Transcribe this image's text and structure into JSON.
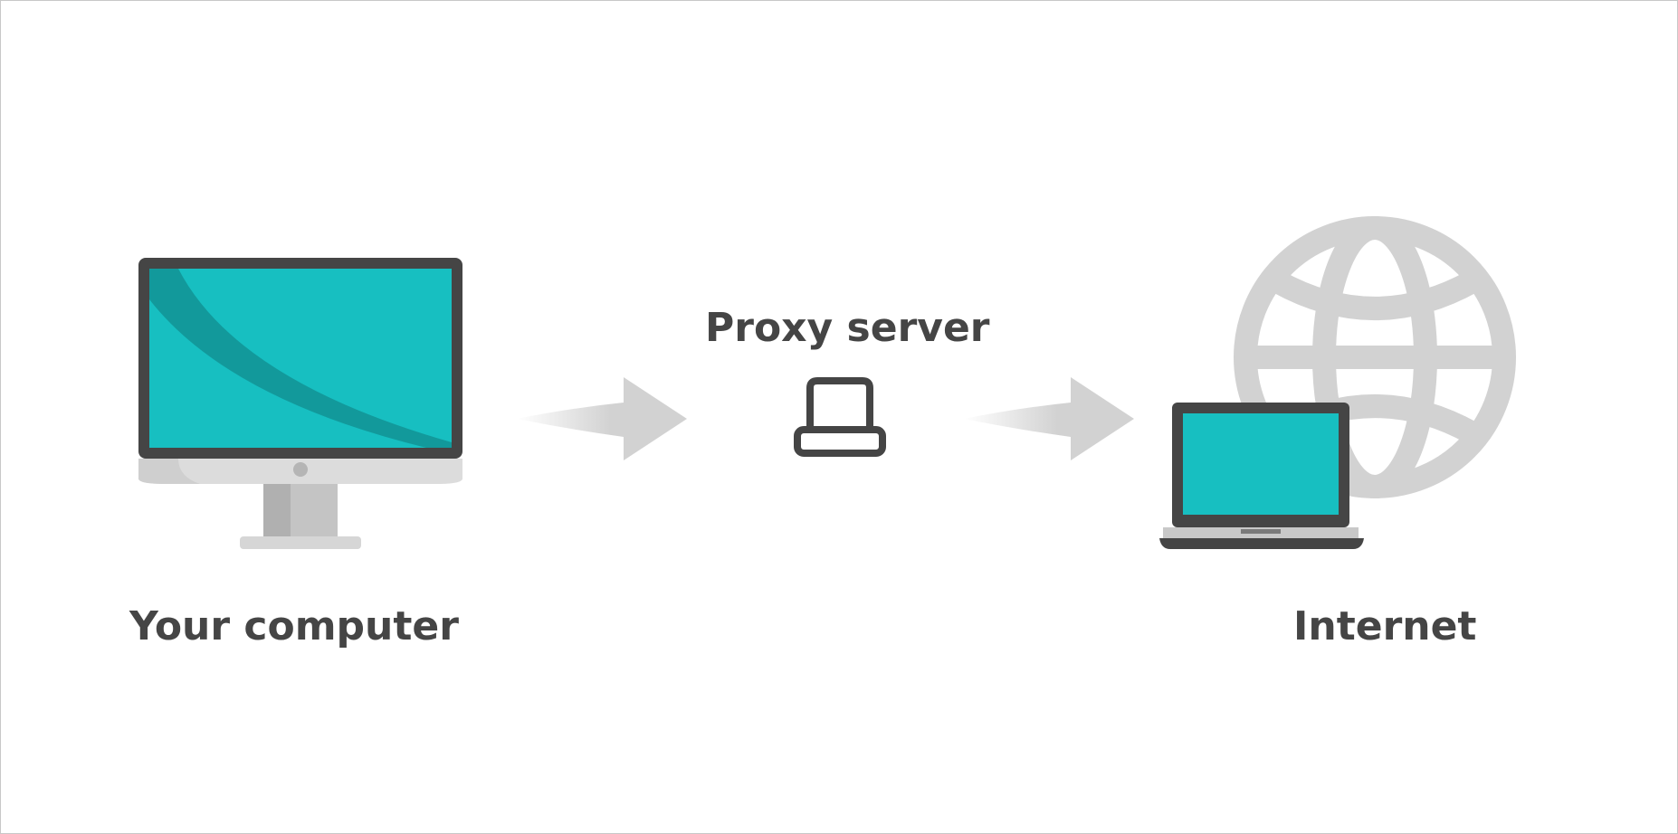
{
  "diagram": {
    "nodes": {
      "computer": {
        "label": "Your computer",
        "icon": "desktop-monitor-icon"
      },
      "proxy": {
        "label": "Proxy server",
        "icon": "server-icon"
      },
      "internet": {
        "label": "Internet",
        "icon": "globe-laptop-icon"
      }
    },
    "edges": [
      {
        "from": "computer",
        "to": "proxy"
      },
      {
        "from": "proxy",
        "to": "internet"
      }
    ],
    "colors": {
      "screen": "#17bfc1",
      "screen_shadow": "#12999b",
      "bezel": "#454545",
      "stand": "#c8c8c8",
      "arrow": "#d2d2d2",
      "text": "#454545"
    }
  }
}
